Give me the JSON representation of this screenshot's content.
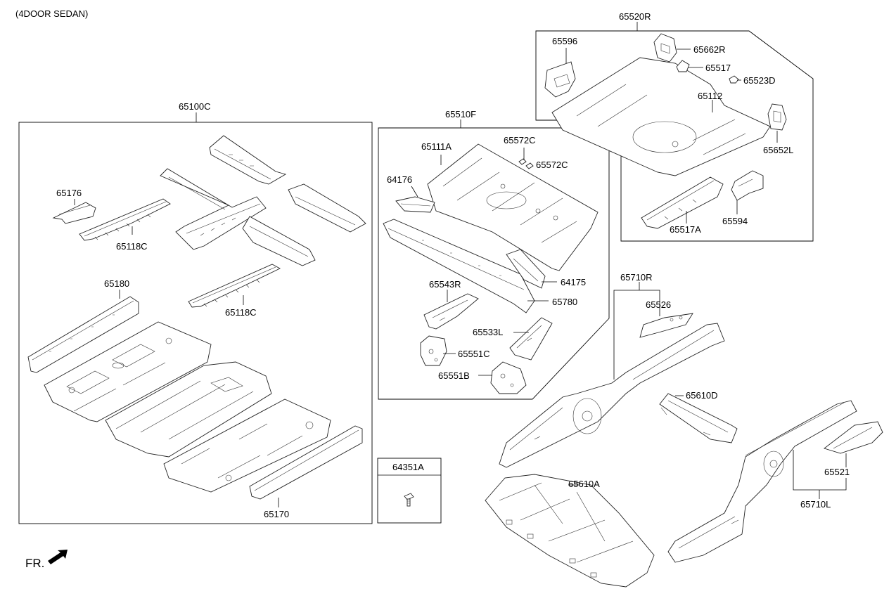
{
  "header": {
    "variant": "(4DOOR SEDAN)"
  },
  "direction": {
    "label": "FR."
  },
  "groups": {
    "g65100C": "65100C",
    "g65510F": "65510F",
    "g65520R": "65520R",
    "g65710R": "65710R",
    "g65710L": "65710L",
    "g64351A": "64351A"
  },
  "parts": {
    "p65176": "65176",
    "p65118C_a": "65118C",
    "p65118C_b": "65118C",
    "p65180": "65180",
    "p65170": "65170",
    "p65111A": "65111A",
    "p65572C_a": "65572C",
    "p65572C_b": "65572C",
    "p64176": "64176",
    "p64175": "64175",
    "p65780": "65780",
    "p65543R": "65543R",
    "p65533L": "65533L",
    "p65551C": "65551C",
    "p65551B": "65551B",
    "p65596": "65596",
    "p65662R": "65662R",
    "p65517": "65517",
    "p65523D": "65523D",
    "p65112": "65112",
    "p65652L": "65652L",
    "p65517A": "65517A",
    "p65594": "65594",
    "p65526": "65526",
    "p65610D": "65610D",
    "p65610A": "65610A",
    "p65521": "65521"
  }
}
